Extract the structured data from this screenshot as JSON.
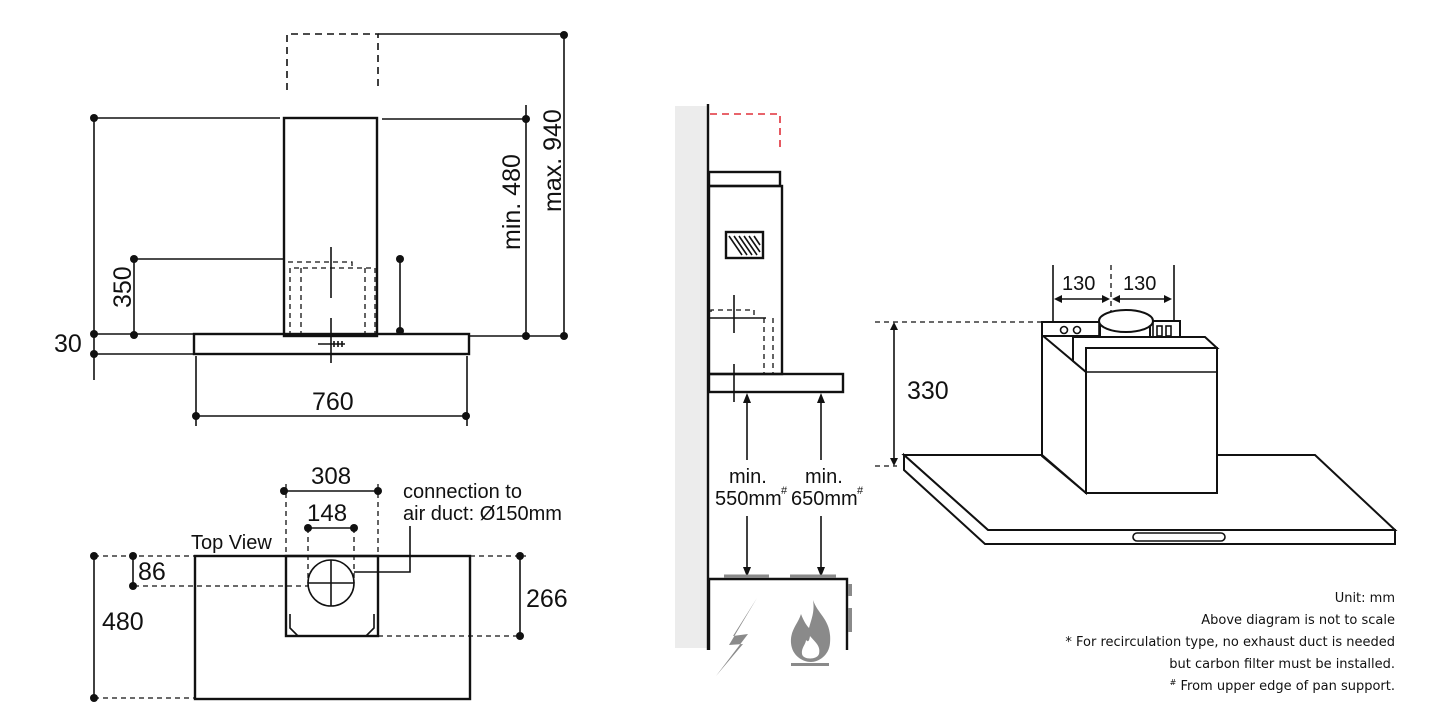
{
  "front_view": {
    "dim_height_max": "max. 940",
    "dim_height_min": "min. 480",
    "dim_chimney_lower": "350",
    "dim_canopy_thickness": "30",
    "dim_width": "760"
  },
  "top_view": {
    "label": "Top View",
    "dim_chimney_width": "308",
    "dim_duct_spacing": "148",
    "duct_note_line1": "connection to",
    "duct_note_line2": "air duct: Ø150mm",
    "dim_duct_offset": "86",
    "dim_depth": "480",
    "dim_chimney_depth": "266"
  },
  "side_view": {
    "min_electric_label": "min.",
    "min_electric_value": "550mm",
    "min_gas_label": "min.",
    "min_gas_value": "650mm",
    "footnote_mark": "#",
    "icons": [
      "lightning-icon",
      "flame-icon"
    ],
    "accent_color": "#e0303a"
  },
  "iso_view": {
    "dim_left": "130",
    "dim_right": "130",
    "dim_motor_height": "330"
  },
  "notes": {
    "unit": "Unit: mm",
    "scale": "Above diagram is not to scale",
    "recirc_line1": "* For recirculation type, no exhaust duct is needed",
    "recirc_line2": "but carbon filter must be installed.",
    "pan_mark": "#",
    "pan_text": " From upper edge of pan support."
  }
}
